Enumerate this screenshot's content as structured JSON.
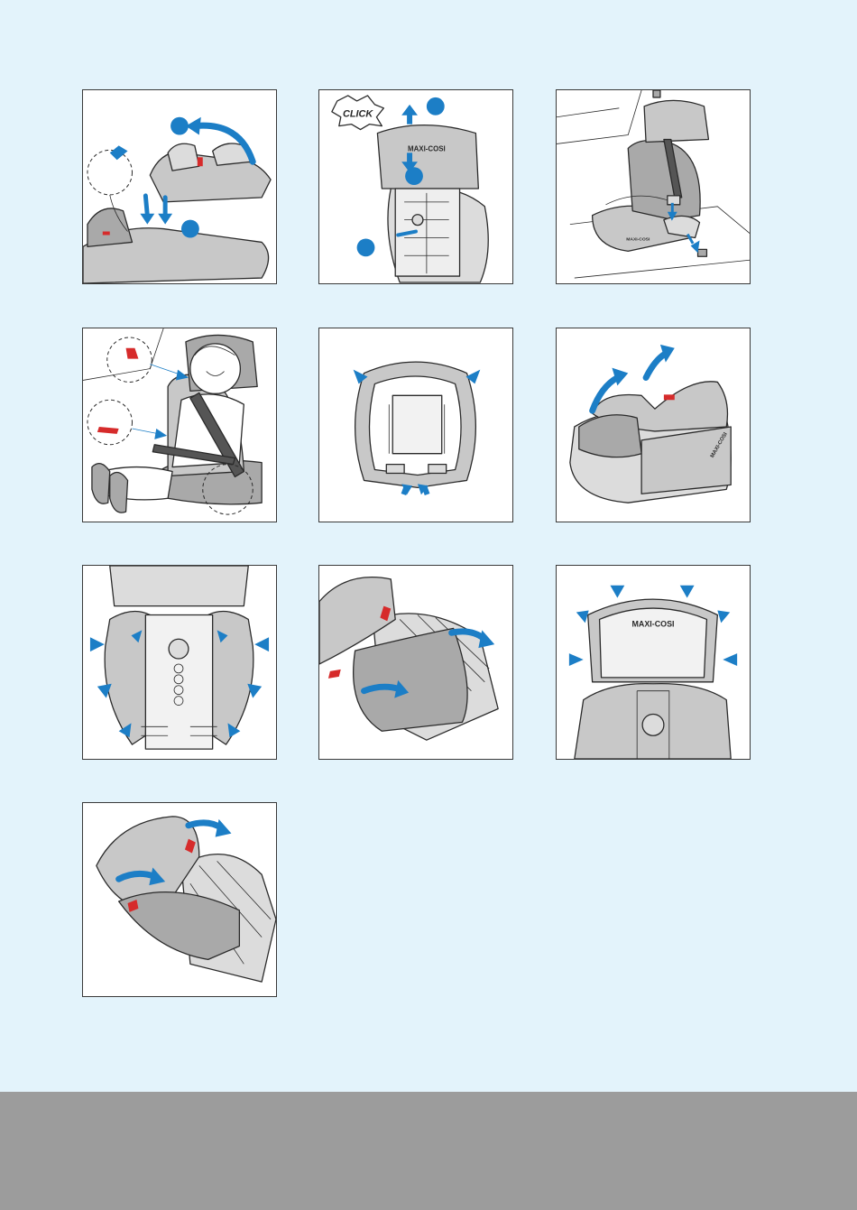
{
  "labels": {
    "click": "CLICK",
    "brand_mark": "MAXI-COSI",
    "brand_mark_small": "MAXI-COSI"
  },
  "colors": {
    "page_background": "#e3f3fb",
    "footer_band": "#9c9c9c",
    "accent_blue": "#1c7ec6",
    "accent_red": "#d62b2b",
    "seat_grey": "#c8c8c8"
  },
  "panels": [
    {
      "name": "step-attach-backrest",
      "icons": [
        "curved-arrow-icon",
        "down-arrow-icon",
        "number-circle-icon"
      ]
    },
    {
      "name": "step-click-headrest",
      "icons": [
        "click-burst-icon",
        "up-arrow-icon",
        "down-arrow-icon",
        "number-circle-icon"
      ]
    },
    {
      "name": "step-seat-in-car-belt",
      "icons": [
        "down-arrow-icon"
      ]
    },
    {
      "name": "step-child-belt-routing",
      "icons": [
        "arrow-icon"
      ]
    },
    {
      "name": "step-backrest-rear-clips",
      "icons": [
        "arrow-icon"
      ]
    },
    {
      "name": "step-booster-cover-removal",
      "icons": [
        "curved-arrow-icon"
      ]
    },
    {
      "name": "step-backrest-cover-clips",
      "icons": [
        "arrow-icon"
      ]
    },
    {
      "name": "step-peel-seat-cover",
      "icons": [
        "curved-arrow-icon"
      ]
    },
    {
      "name": "step-headrest-cover-clips",
      "icons": [
        "arrow-icon"
      ]
    },
    {
      "name": "step-remove-cover",
      "icons": [
        "curved-arrow-icon"
      ]
    }
  ]
}
